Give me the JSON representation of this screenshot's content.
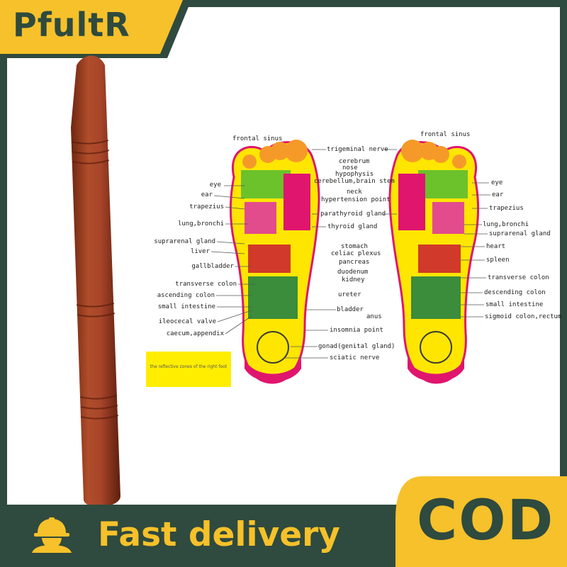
{
  "brand": {
    "name": "PfultR"
  },
  "colors": {
    "frame": "#2f4a3e",
    "accent": "#f6c12a",
    "wood": "#9c3e22",
    "chart_yellow": "#ffee00"
  },
  "product": {
    "icon": "wooden-massage-stick"
  },
  "chart_legend": {
    "text": "the reflective zones of the right foot"
  },
  "left_labels": [
    "frontal sinus",
    "eye",
    "ear",
    "trapezius",
    "lung,bronchi",
    "suprarenal gland",
    "liver",
    "gallbladder",
    "transverse colon",
    "ascending colon",
    "small intestine",
    "ileocecal valve",
    "caecum,appendix"
  ],
  "center_labels": [
    "trigeminal nerve",
    "cerebrum",
    "nose",
    "hypophysis",
    "cerebellum,brain stem",
    "neck",
    "hypertension point",
    "parathyroid gland",
    "thyroid gland",
    "stomach",
    "celiac plexus",
    "pancreas",
    "duodenum",
    "kidney",
    "ureter",
    "bladder",
    "anus",
    "insomnia point",
    "gonad(genital gland)",
    "sciatic nerve"
  ],
  "right_labels": [
    "frontal sinus",
    "eye",
    "ear",
    "trapezius",
    "lung,bronchi",
    "suprarenal gland",
    "heart",
    "spleen",
    "transverse colon",
    "descending colon",
    "small intestine",
    "sigmoid colon,rectum"
  ],
  "footer": {
    "delivery_label": "Fast delivery",
    "delivery_icon": "delivery-person-icon",
    "cod_label": "COD"
  }
}
